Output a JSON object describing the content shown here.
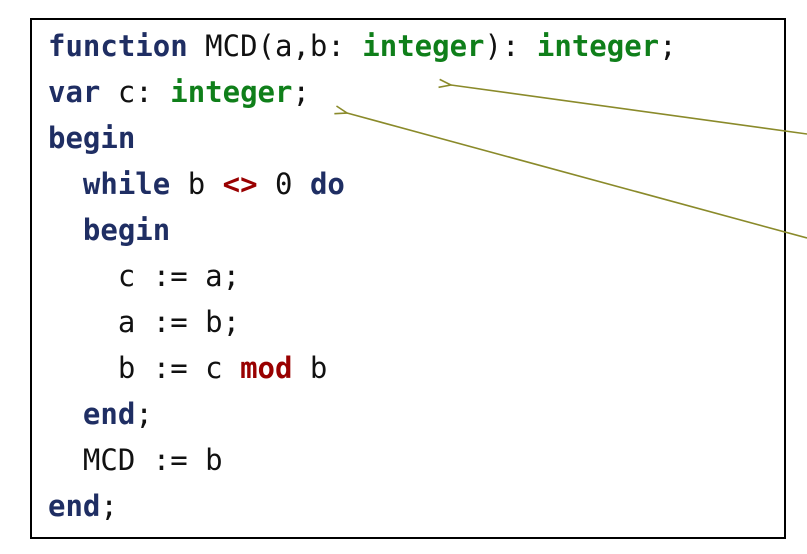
{
  "code_lines": [
    {
      "indent": "",
      "tokens": [
        {
          "text": "function",
          "kind": "keyword"
        },
        {
          "text": " MCD(a,b: ",
          "kind": "plain"
        },
        {
          "text": "integer",
          "kind": "type"
        },
        {
          "text": "): ",
          "kind": "plain"
        },
        {
          "text": "integer",
          "kind": "type"
        },
        {
          "text": ";",
          "kind": "plain"
        }
      ]
    },
    {
      "indent": "",
      "tokens": [
        {
          "text": "var",
          "kind": "keyword"
        },
        {
          "text": " c: ",
          "kind": "plain"
        },
        {
          "text": "integer",
          "kind": "type"
        },
        {
          "text": ";",
          "kind": "plain"
        }
      ]
    },
    {
      "indent": "",
      "tokens": [
        {
          "text": "begin",
          "kind": "keyword"
        }
      ]
    },
    {
      "indent": "  ",
      "tokens": [
        {
          "text": "while",
          "kind": "keyword"
        },
        {
          "text": " b ",
          "kind": "plain"
        },
        {
          "text": "<>",
          "kind": "operator"
        },
        {
          "text": " 0 ",
          "kind": "plain"
        },
        {
          "text": "do",
          "kind": "keyword"
        }
      ]
    },
    {
      "indent": "  ",
      "tokens": [
        {
          "text": "begin",
          "kind": "keyword"
        }
      ]
    },
    {
      "indent": "    ",
      "tokens": [
        {
          "text": "c := a;",
          "kind": "plain"
        }
      ]
    },
    {
      "indent": "    ",
      "tokens": [
        {
          "text": "a := b;",
          "kind": "plain"
        }
      ]
    },
    {
      "indent": "    ",
      "tokens": [
        {
          "text": "b := c ",
          "kind": "plain"
        },
        {
          "text": "mod",
          "kind": "operator"
        },
        {
          "text": " b",
          "kind": "plain"
        }
      ]
    },
    {
      "indent": "  ",
      "tokens": [
        {
          "text": "end",
          "kind": "keyword"
        },
        {
          "text": ";",
          "kind": "plain"
        }
      ]
    },
    {
      "indent": "  ",
      "tokens": [
        {
          "text": "MCD := b",
          "kind": "plain"
        }
      ]
    },
    {
      "indent": "",
      "tokens": [
        {
          "text": "end",
          "kind": "keyword"
        },
        {
          "text": ";",
          "kind": "plain"
        }
      ]
    }
  ],
  "colors": {
    "keyword": "#1f2e63",
    "type": "#0f7f1a",
    "operator": "#990000",
    "plain": "#111111",
    "arrow": "#8a8a2a"
  }
}
